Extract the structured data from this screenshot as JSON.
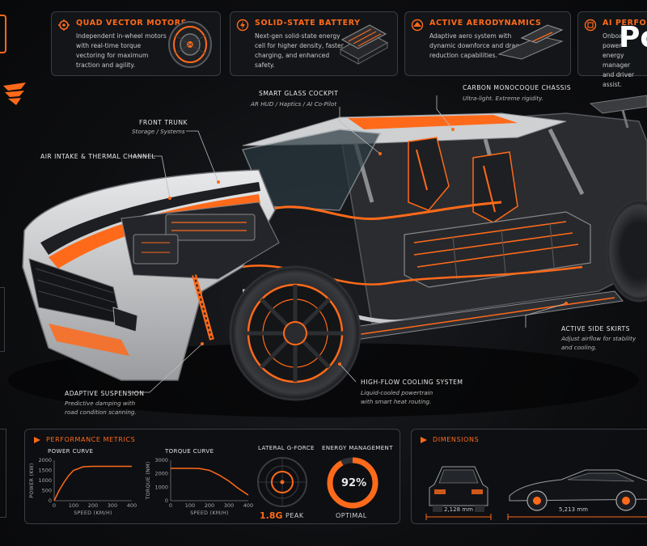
{
  "features": [
    {
      "title": "QUAD VECTOR MOTORS",
      "desc": "Independent in-wheel motors with real-time torque vectoring for maximum traction and agility.",
      "icon": "motor-icon"
    },
    {
      "title": "SOLID-STATE BATTERY",
      "desc": "Next-gen solid-state energy cell for higher density, faster charging, and enhanced safety.",
      "icon": "battery-icon"
    },
    {
      "title": "ACTIVE AERODYNAMICS",
      "desc": "Adaptive aero system with dynamic downforce and drag reduction capabilities.",
      "icon": "aero-icon"
    },
    {
      "title": "AI PERFORMA",
      "desc": "Onboa power energy manager and driver assist.",
      "icon": "ai-icon"
    }
  ],
  "overlay_text": "Po",
  "callouts": {
    "smart_glass": {
      "title": "SMART GLASS COCKPIT",
      "sub": "AR HUD / Haptics / AI Co-Pilot"
    },
    "chassis": {
      "title": "CARBON MONOCOQUE CHASSIS",
      "sub": "Ultra-light. Extreme rigidity."
    },
    "front_trunk": {
      "title": "FRONT TRUNK",
      "sub": "Storage / Systems"
    },
    "air_intake": {
      "title": "AIR INTAKE & THERMAL CHANNEL",
      "sub": ""
    },
    "side_skirts": {
      "title": "ACTIVE SIDE SKIRTS",
      "sub1": "Adjust airflow for stability",
      "sub2": "and cooling."
    },
    "cooling": {
      "title": "HIGH-FLOW COOLING SYSTEM",
      "sub1": "Liquid-cooled powertrain",
      "sub2": "with smart heat routing."
    },
    "suspension": {
      "title": "ADAPTIVE SUSPENSION",
      "sub1": "Predictive damping with",
      "sub2": "road condition scanning."
    }
  },
  "performance": {
    "title": "PERFORMANCE METRICS",
    "lateral": {
      "title": "LATERAL G-FORCE",
      "value": "1.8G",
      "label": "PEAK"
    },
    "energy": {
      "title": "ENERGY MANAGEMENT",
      "value": "92%",
      "label": "OPTIMAL",
      "level": 0.92
    }
  },
  "dimensions": {
    "title": "DIMENSIONS",
    "width_label": "2,128 mm",
    "length_label": "5,213 mm"
  },
  "colors": {
    "accent": "#ff6a1a",
    "panel_border": "#3a3d42",
    "body_white": "#d9dadb"
  },
  "chart_data": [
    {
      "type": "line",
      "title": "POWER CURVE",
      "xlabel": "SPEED (KM/H)",
      "ylabel": "POWER (KW)",
      "x": [
        0,
        25,
        50,
        75,
        100,
        150,
        200,
        300,
        400
      ],
      "y": [
        0,
        500,
        900,
        1250,
        1500,
        1680,
        1700,
        1700,
        1700
      ],
      "xlim": [
        0,
        400
      ],
      "ylim": [
        0,
        2000
      ],
      "xticks": [
        0,
        100,
        200,
        300,
        400
      ],
      "yticks": [
        0,
        500,
        1000,
        1500,
        2000
      ]
    },
    {
      "type": "line",
      "title": "TORQUE CURVE",
      "xlabel": "SPEED (KM/H)",
      "ylabel": "TORQUE (NM)",
      "x": [
        0,
        100,
        150,
        200,
        250,
        300,
        350,
        400
      ],
      "y": [
        2400,
        2400,
        2380,
        2250,
        1900,
        1450,
        900,
        420
      ],
      "xlim": [
        0,
        400
      ],
      "ylim": [
        0,
        3000
      ],
      "xticks": [
        0,
        100,
        200,
        300,
        400
      ],
      "yticks": [
        0,
        1000,
        2000,
        3000
      ]
    }
  ]
}
